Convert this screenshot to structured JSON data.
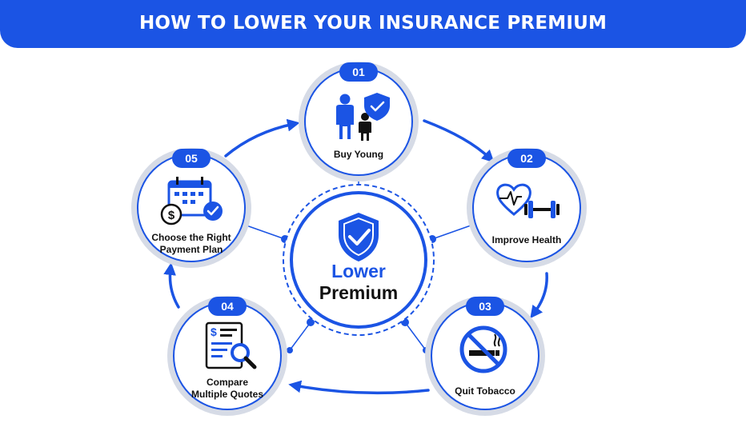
{
  "title": "HOW TO LOWER YOUR INSURANCE PREMIUM",
  "center": {
    "line1": "Lower",
    "line2": "Premium"
  },
  "steps": [
    {
      "number": "01",
      "label_lines": [
        "Buy Young"
      ],
      "icon": "parent-child-shield-icon"
    },
    {
      "number": "02",
      "label_lines": [
        "Improve Health"
      ],
      "icon": "heart-dumbbell-icon"
    },
    {
      "number": "03",
      "label_lines": [
        "Quit Tobacco"
      ],
      "icon": "no-smoking-icon"
    },
    {
      "number": "04",
      "label_lines": [
        "Compare",
        "Multiple Quotes"
      ],
      "icon": "document-magnifier-icon"
    },
    {
      "number": "05",
      "label_lines": [
        "Choose the Right",
        "Payment Plan"
      ],
      "icon": "calendar-dollar-check-icon"
    }
  ],
  "colors": {
    "accent": "#1b54e4",
    "text": "#111111",
    "ring": "#d6dbe6",
    "background": "#ffffff"
  }
}
